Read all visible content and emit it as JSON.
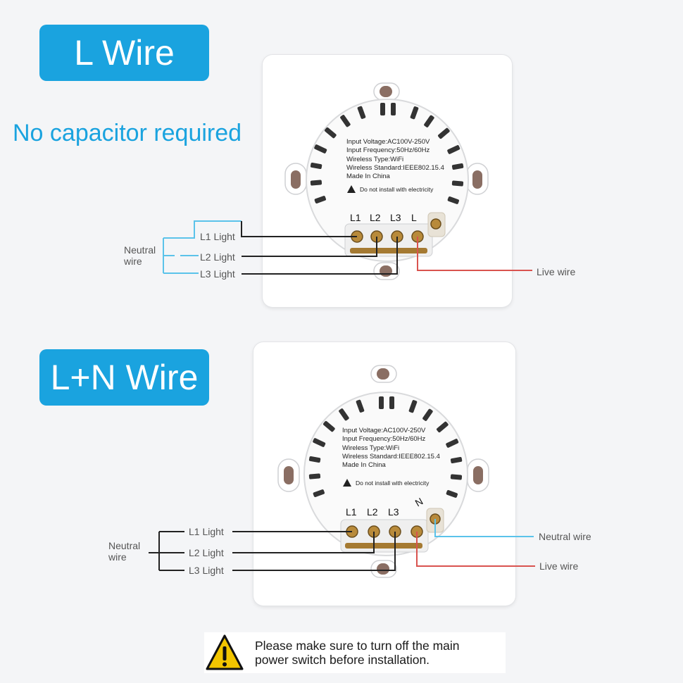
{
  "top": {
    "badge": "L Wire",
    "subtitle": "No capacitor required",
    "specs": [
      "Input Voltage:AC100V-250V",
      "Input Frequency:50Hz/60Hz",
      "Wireless Type:WiFi",
      "Wireless Standard:IEEE802.15.4",
      "Made In China"
    ],
    "warning": "Do not install with electricity",
    "terminals": [
      "L1",
      "L2",
      "L3",
      "L"
    ],
    "lights": [
      "L1 Light",
      "L2 Light",
      "L3 Light"
    ],
    "neutral_line1": "Neutral",
    "neutral_line2": "wire",
    "live": "Live wire"
  },
  "bottom": {
    "badge": "L+N Wire",
    "specs": [
      "Input Voltage:AC100V-250V",
      "Input Frequency:50Hz/60Hz",
      "Wireless Type:WiFi",
      "Wireless Standard:IEEE802.15.4",
      "Made In China"
    ],
    "warning": "Do not install with electricity",
    "terminals": [
      "L1",
      "L2",
      "L3",
      "N"
    ],
    "lights": [
      "L1 Light",
      "L2 Light",
      "L3 Light"
    ],
    "neutral_line1": "Neutral",
    "neutral_line2": "wire",
    "neutral_right": "Neutral wire",
    "live": "Live wire"
  },
  "notice": {
    "line1": "Please make sure to turn off the main",
    "line2": "power switch before installation."
  },
  "colors": {
    "accent": "#1aa3df",
    "neutral": "#5bc3ea",
    "live": "#d9534f",
    "wire": "#222222"
  },
  "icons": [
    "warning-triangle-icon",
    "small-warning-icon"
  ]
}
